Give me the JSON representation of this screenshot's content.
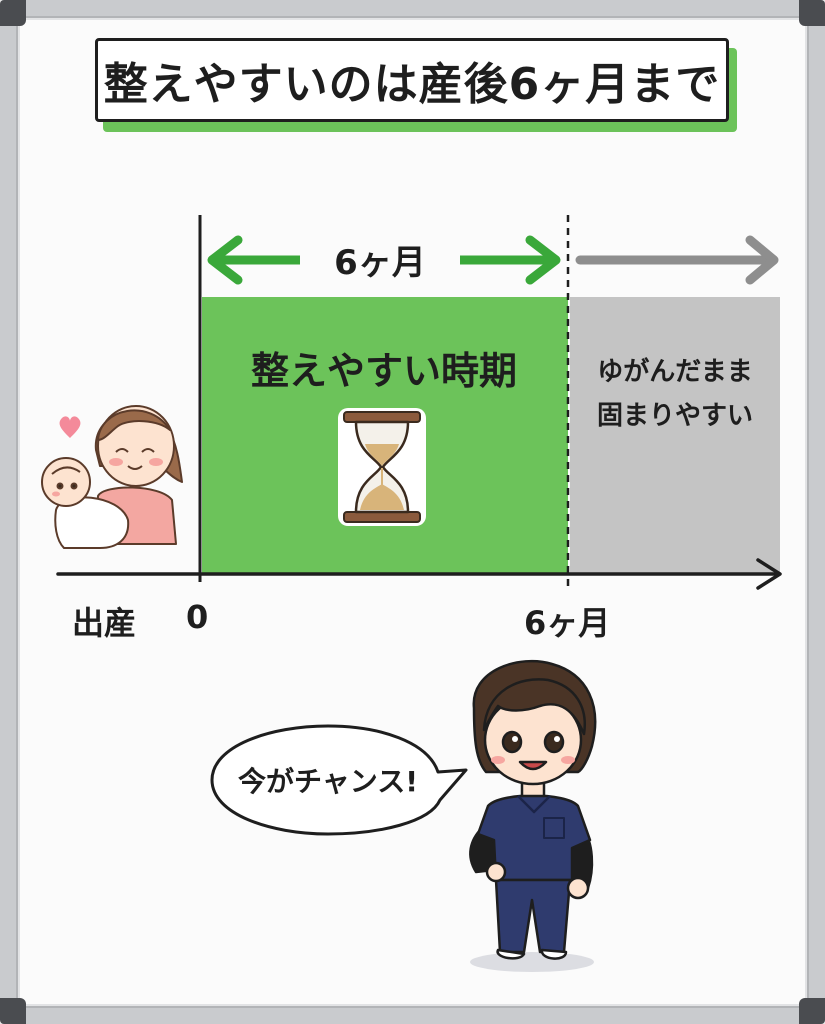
{
  "title": "整えやすいのは産後6ヶ月まで",
  "range_label": "6ヶ月",
  "green_period_label": "整えやすい時期",
  "gray_period_label": [
    "ゆがんだまま",
    "固まりやすい"
  ],
  "axis": {
    "origin_label": "出産",
    "zero_label": "0",
    "six_month_label": "6ヶ月"
  },
  "speech_text": "今がチャンス!",
  "icons": [
    "hourglass-icon",
    "mother-baby-illustration",
    "doctor-illustration",
    "heart-icon"
  ],
  "colors": {
    "green_period": "#6cc35a",
    "gray_period": "#c4c4c4",
    "green_arrow": "#3aa83a",
    "gray_arrow": "#8e8e8e",
    "scrubs": "#2f3b6e"
  }
}
